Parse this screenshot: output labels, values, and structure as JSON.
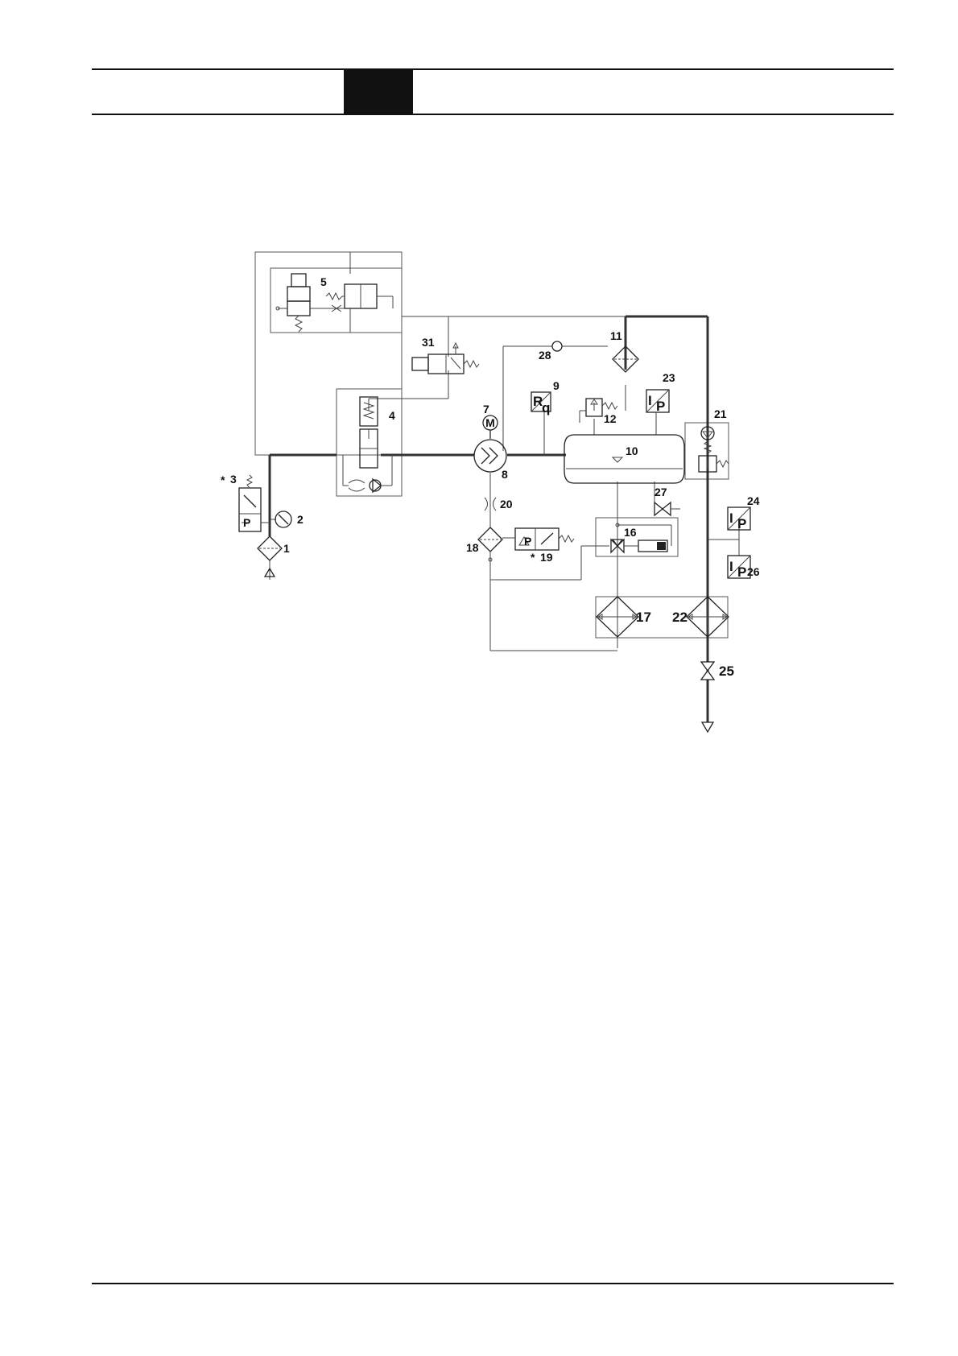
{
  "labels": {
    "c1": "1",
    "c2": "2",
    "c3": "3",
    "c3_mark": "*",
    "c4": "4",
    "c5": "5",
    "c7": "7",
    "c8": "8",
    "c9": "9",
    "c10": "10",
    "c11": "11",
    "c12": "12",
    "c16": "16",
    "c17": "17",
    "c18": "18",
    "c19": "19",
    "c19_mark": "*",
    "c20": "20",
    "c21": "21",
    "c22": "22",
    "c23": "23",
    "c24": "24",
    "c25": "25",
    "c26": "26",
    "c27": "27",
    "c28": "28",
    "c31": "31"
  },
  "symbols": {
    "motor": "M",
    "transmitter_i": "I",
    "transmitter_p": "P",
    "flow_r": "R",
    "flow_q": "q",
    "pressure_switch_p": "P"
  }
}
